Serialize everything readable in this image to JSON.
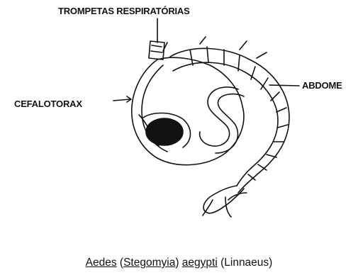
{
  "labels": {
    "trompetas": "TROMPETAS RESPIRATÓRIAS",
    "cefalotorax": "CEFALOTORAX",
    "abdome": "ABDOME"
  },
  "caption": {
    "genus": "Aedes",
    "open_paren": "(",
    "subgenus": "Stegomyia",
    "close_paren": ")",
    "species": "aegypti",
    "authority": "(Linnaeus)"
  }
}
